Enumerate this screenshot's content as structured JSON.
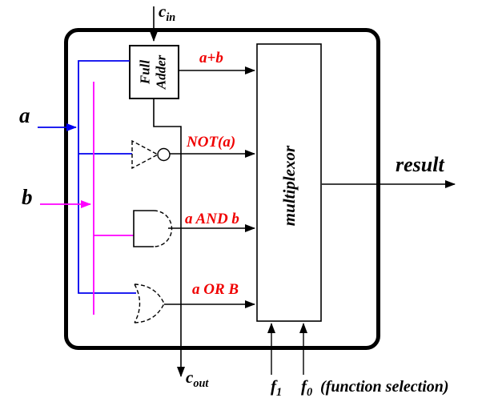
{
  "title": "simple ALU block diagram",
  "colors": {
    "wire": "#000000",
    "bus_a": "#0000ee",
    "bus_b": "#ff00ff",
    "op_label": "#f00000"
  },
  "inputs": {
    "a": "a",
    "b": "b",
    "carry_in": {
      "base": "c",
      "sub": "in"
    },
    "select_f1": {
      "base": "f",
      "sub": "1"
    },
    "select_f0": {
      "base": "f",
      "sub": "0"
    },
    "function_selection_note": "(function selection)"
  },
  "outputs": {
    "result": "result",
    "carry_out": {
      "base": "c",
      "sub": "out"
    }
  },
  "blocks": {
    "full_adder": {
      "line1": "Full",
      "line2": "Adder"
    },
    "multiplexor": "multiplexor"
  },
  "operations": {
    "add": "a+b",
    "not": "NOT(a)",
    "and": "a AND b",
    "or": "a OR B"
  }
}
